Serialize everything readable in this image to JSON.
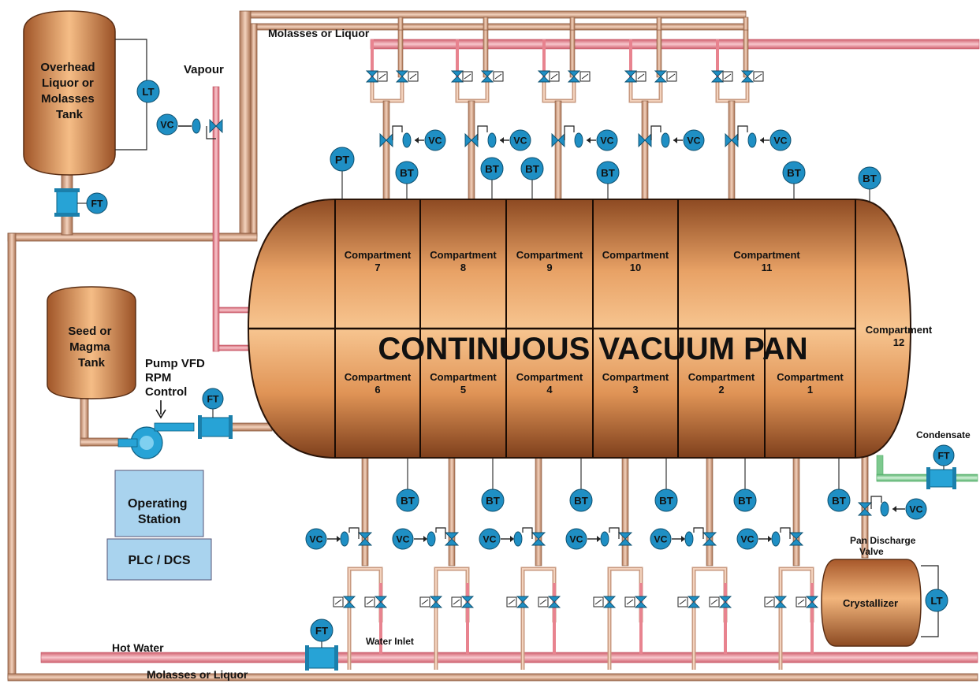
{
  "labels": {
    "molasses_top": "Molasses or Liquor",
    "vapour": "Vapour",
    "overhead_tank": [
      "Overhead",
      "Liquor or",
      "Molasses",
      "Tank"
    ],
    "seed_tank": [
      "Seed or",
      "Magma",
      "Tank"
    ],
    "pump_control": [
      "Pump VFD",
      "RPM",
      "Control"
    ],
    "operating_station": [
      "Operating",
      "Station"
    ],
    "plc": "PLC / DCS",
    "pan_title": "CONTINUOUS VACUUM PAN",
    "condensate": "Condensate",
    "pan_discharge": [
      "Pan Discharge",
      "Valve"
    ],
    "crystallizer": "Crystallizer",
    "hot_water": "Hot Water",
    "water_inlet": "Water Inlet",
    "molasses_bottom": "Molasses or Liquor"
  },
  "compartment_word": "Compartment",
  "compartments_top": [
    "7",
    "8",
    "9",
    "10",
    "11"
  ],
  "compartments_bottom": [
    "6",
    "5",
    "4",
    "3",
    "2",
    "1"
  ],
  "compartment_end": "12",
  "instruments": {
    "lt": "LT",
    "vc": "VC",
    "ft": "FT",
    "pt": "PT",
    "bt": "BT"
  },
  "colors": {
    "instrument": "#1f8fc4",
    "vessel_copper": "#c9763a",
    "pipe_tan": "#d9a88a",
    "pipe_pink": "#e8838f",
    "pipe_green": "#7dc98e",
    "station": "#a9d3ee"
  }
}
